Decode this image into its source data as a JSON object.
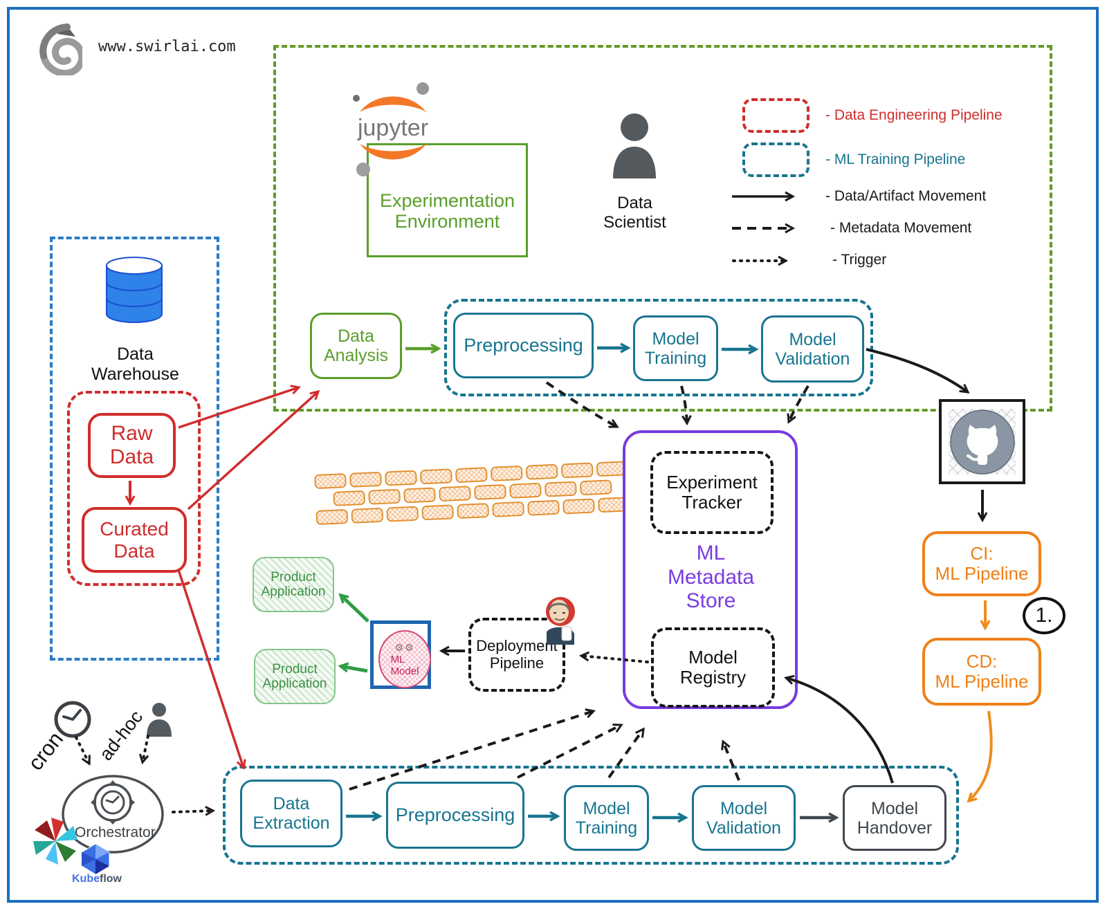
{
  "site": {
    "url": "www.swirlai.com"
  },
  "jupyter": {
    "word": "jupyter"
  },
  "clusters": {
    "experimentation": "Experimentation\nEnvironment"
  },
  "actors": {
    "data_scientist": "Data\nScientist"
  },
  "legend": {
    "items": [
      {
        "label": "- Data Engineering Pipeline",
        "swatch": "red-dashed-box",
        "color": "#d02c2c"
      },
      {
        "label": "- ML Training Pipeline",
        "swatch": "teal-dashed-box",
        "color": "#17758f"
      },
      {
        "label": "- Data/Artifact Movement",
        "swatch": "solid-arrow",
        "color": "#1a1a1a"
      },
      {
        "label": "- Metadata Movement",
        "swatch": "dashed-arrow",
        "color": "#1a1a1a"
      },
      {
        "label": "- Trigger",
        "swatch": "dotted-arrow",
        "color": "#1a1a1a"
      }
    ]
  },
  "warehouse": {
    "title": "Data\nWarehouse",
    "raw": "Raw\nData",
    "curated": "Curated\nData"
  },
  "top": {
    "data_analysis": "Data\nAnalysis",
    "preprocessing": "Preprocessing",
    "model_training": "Model\nTraining",
    "model_validation": "Model\nValidation"
  },
  "store": {
    "title": "ML\nMetadata\nStore",
    "experiment_tracker": "Experiment\nTracker",
    "model_registry": "Model\nRegistry"
  },
  "deploy": {
    "product_app": "Product\nApplication",
    "ml_model": "ML\nModel",
    "pipeline": "Deployment\nPipeline"
  },
  "cicd": {
    "ci": "CI:\nML Pipeline",
    "cd": "CD:\nML Pipeline",
    "step": "1."
  },
  "orch": {
    "cron": "cron",
    "adhoc": "ad-hoc",
    "orchestrator": "Orchestrator",
    "kube": "Kube",
    "flow": "flow"
  },
  "bottom": {
    "data_extraction": "Data\nExtraction",
    "preprocessing": "Preprocessing",
    "model_training": "Model\nTraining",
    "model_validation": "Model\nValidation",
    "model_handover": "Model\nHandover"
  },
  "colors": {
    "frame_blue": "#1d6fbe",
    "green": "#629b28",
    "teal": "#17758f",
    "red": "#d02c2c",
    "purple": "#7a3be0",
    "orange": "#ef8018",
    "black": "#1a1a1a",
    "gray": "#3f464c",
    "brick_orange": "#e2902f",
    "db_blue": "#2f82e8"
  }
}
